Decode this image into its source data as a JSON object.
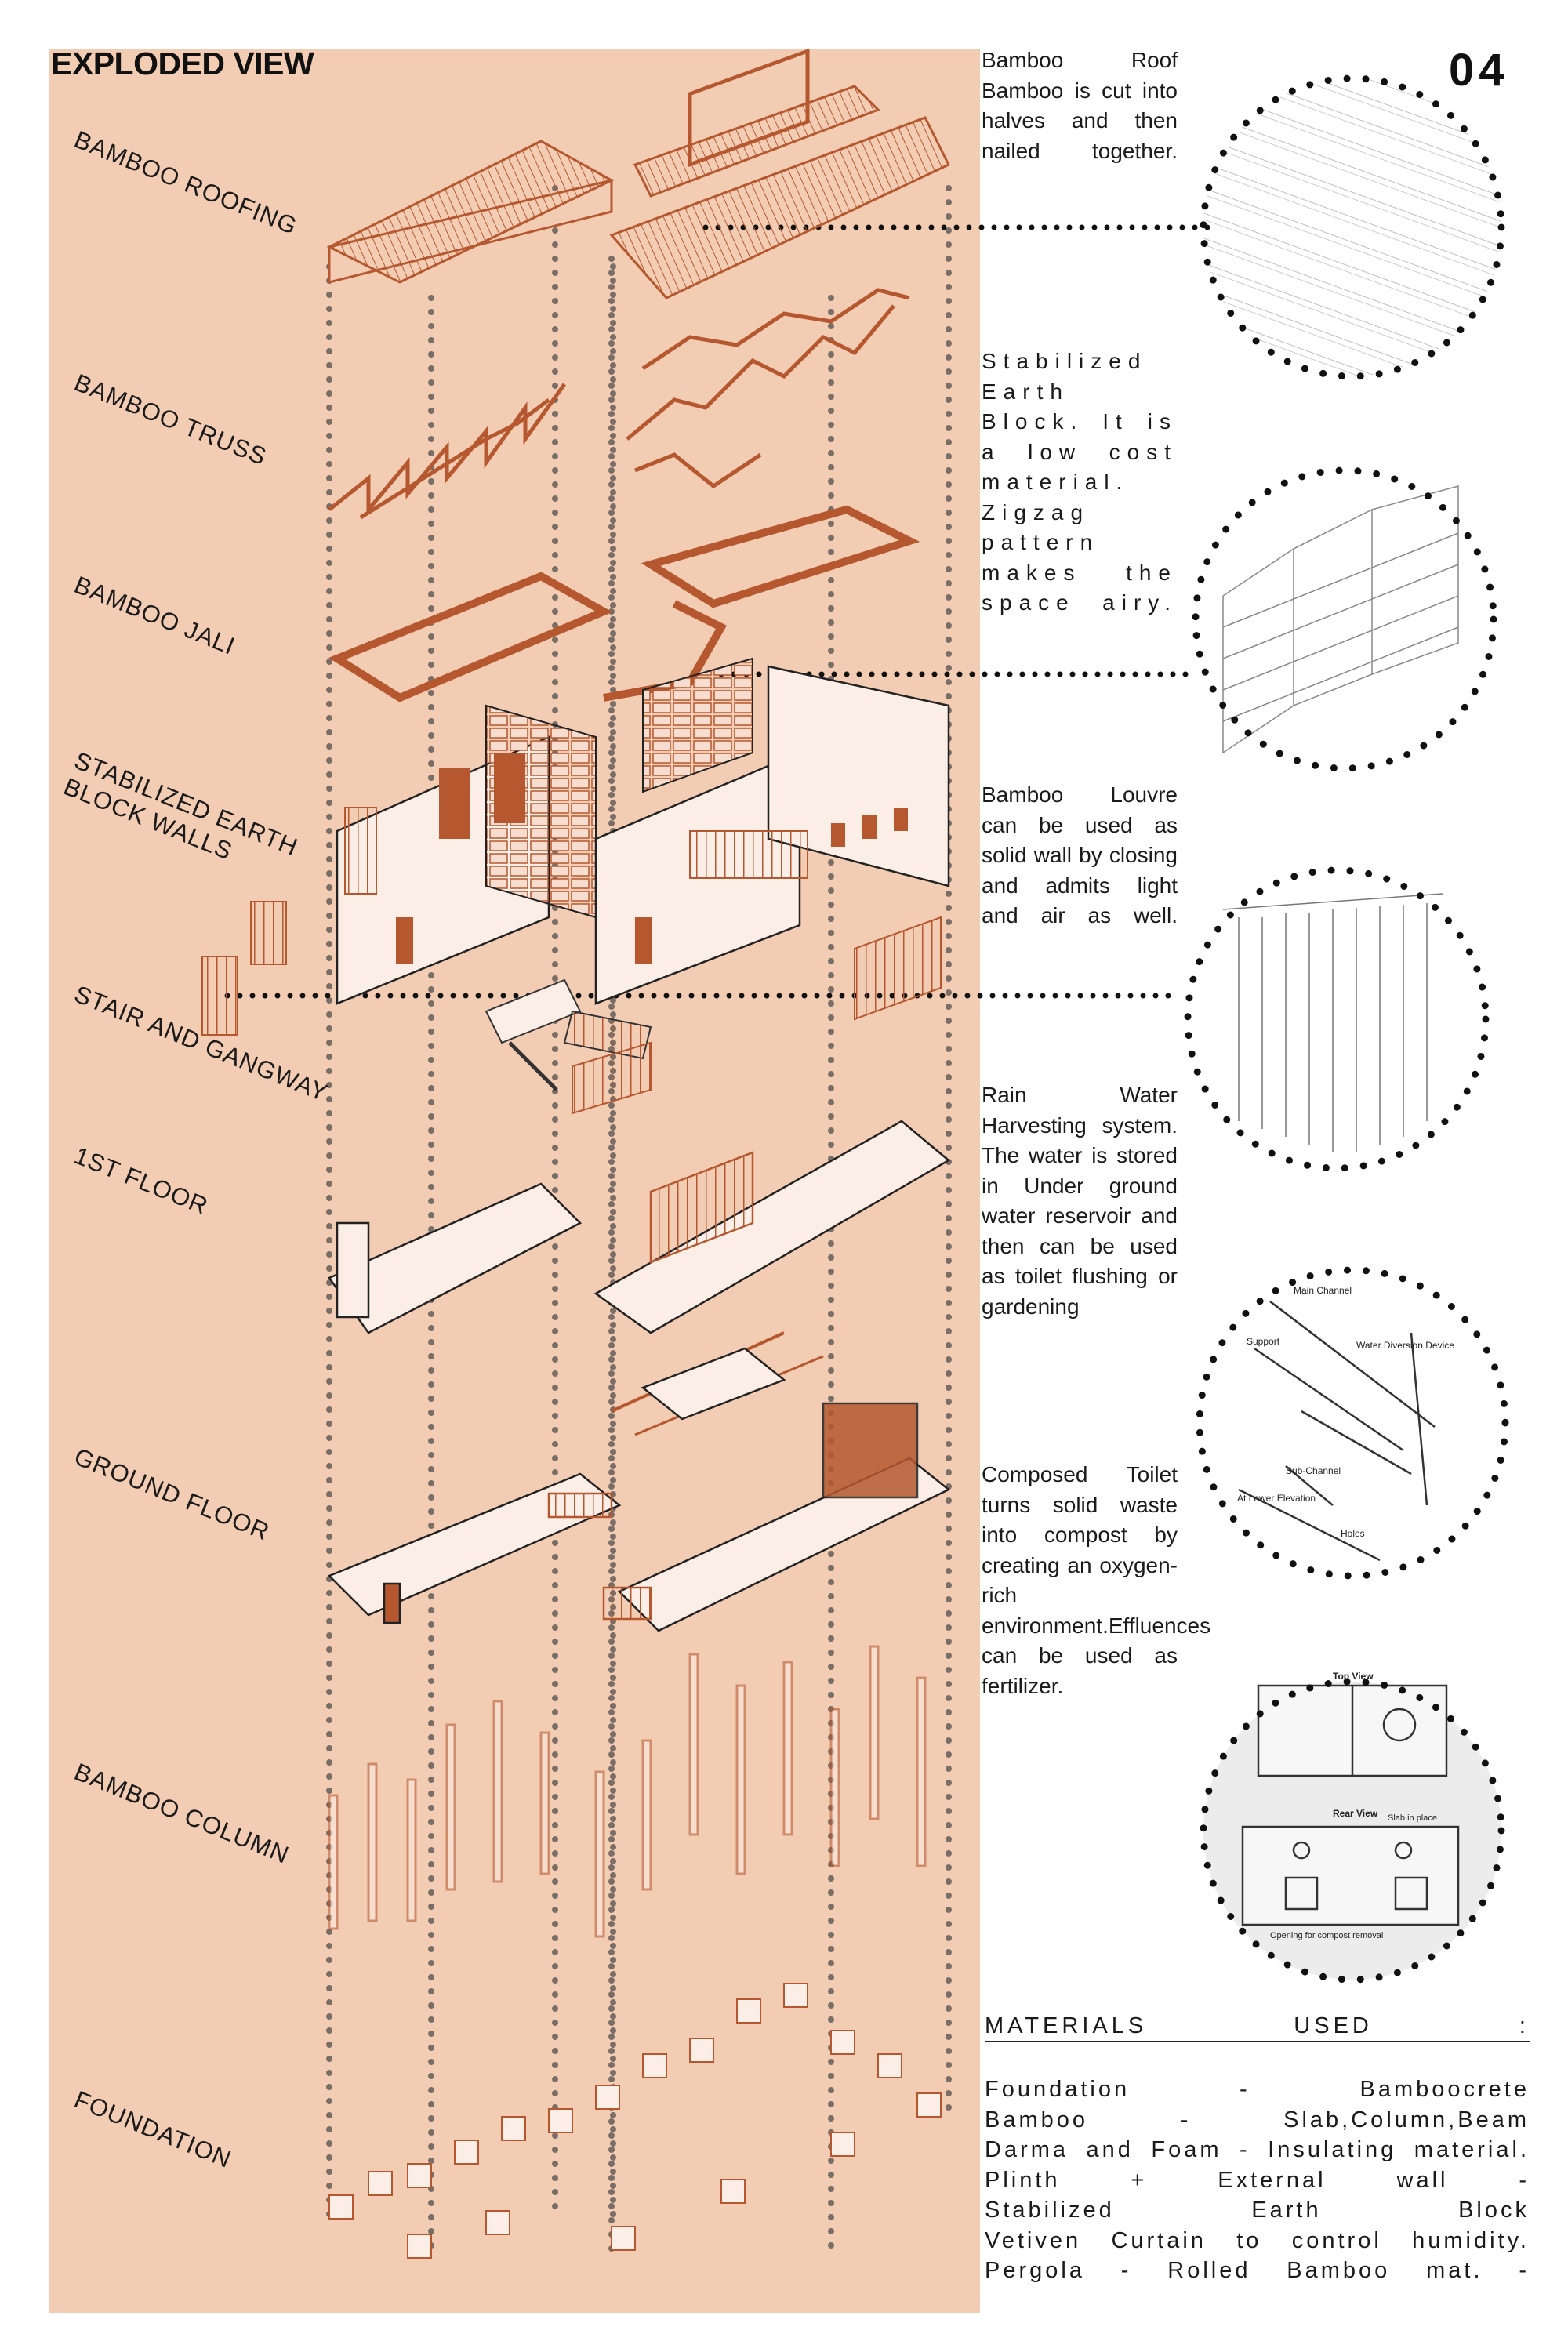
{
  "page": {
    "title": "EXPLODED VIEW",
    "number": "04"
  },
  "layers": [
    {
      "id": "roofing",
      "lines": [
        "BAMBOO ROOFING"
      ]
    },
    {
      "id": "truss",
      "lines": [
        "BAMBOO TRUSS"
      ]
    },
    {
      "id": "jali",
      "lines": [
        "BAMBOO JALI"
      ]
    },
    {
      "id": "walls",
      "lines": [
        "STABILIZED EARTH",
        "BLOCK WALLS"
      ]
    },
    {
      "id": "stair",
      "lines": [
        "STAIR AND GANGWAY"
      ]
    },
    {
      "id": "first-floor",
      "lines": [
        "1ST FLOOR"
      ]
    },
    {
      "id": "ground-floor",
      "lines": [
        "GROUND FLOOR"
      ]
    },
    {
      "id": "column",
      "lines": [
        "BAMBOO COLUMN"
      ]
    },
    {
      "id": "foundation",
      "lines": [
        "FOUNDATION"
      ]
    }
  ],
  "notes": {
    "roof": "Bamboo Roof Bamboo is cut into halves and then nailed together.",
    "earth_block": "Stabilized Earth Block. It is a low cost material. Zigzag pattern makes the space airy.",
    "louvre": "Bamboo Louvre can be used as solid wall by closing and admits light and air as well.",
    "rain_water": "Rain Water Harvesting system. The water is stored in Under ground water reservoir and then can be used as toilet flushing or gardening",
    "toilet": "Composed Toilet turns solid waste into compost by creating an oxygen-rich environment.Effluences can be used as fertilizer."
  },
  "detail_labels": {
    "rain_water": [
      "Main Channel",
      "Support",
      "Water Diversion Device",
      "Sub-Channel",
      "At Lower Elevation",
      "Holes"
    ],
    "toilet": [
      "Top View",
      "Rear View",
      "Slab in place",
      "Opening for compost removal"
    ]
  },
  "materials": {
    "title_left": "MATERIALS",
    "title_mid": "USED",
    "title_right": ":",
    "items": [
      "Foundation - Bamboocrete",
      "Bamboo - Slab,Column,Beam",
      "Darma and Foam - Insulating material.",
      "Plinth + External wall -",
      "Stabilized Earth Block",
      "Vetiven Curtain to control humidity.",
      "Pergola - Rolled Bamboo mat. -"
    ]
  },
  "colors": {
    "panel": "#f3ccb4",
    "accent": "#b5582f",
    "dots": "#7a6e66",
    "ink": "#1a1a1a"
  }
}
